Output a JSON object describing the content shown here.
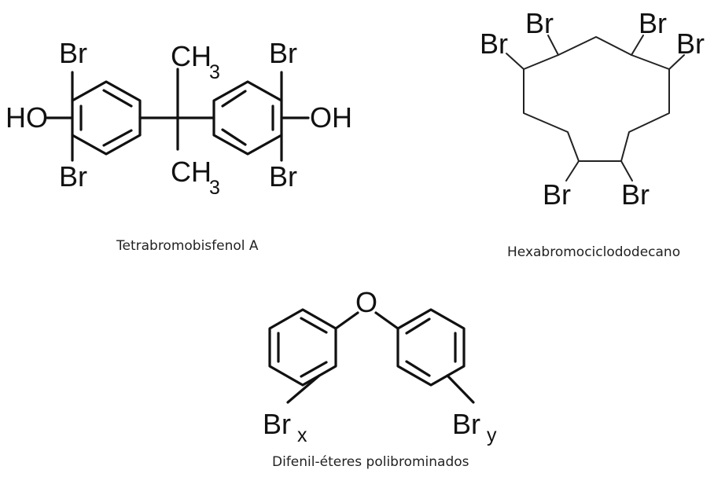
{
  "molecules": {
    "tbbpa": {
      "caption": "Tetrabromobisfenol A",
      "atoms": {
        "br": "Br",
        "oh_left": "HO",
        "oh_right": "OH",
        "ch": "CH",
        "sub3": "3"
      }
    },
    "hbcd": {
      "caption": "Hexabromociclododecano",
      "atoms": {
        "br": "Br"
      }
    },
    "pbde": {
      "caption": "Difenil-éteres polibrominados",
      "atoms": {
        "o": "O",
        "br": "Br",
        "sub_x": "x",
        "sub_y": "y"
      }
    }
  }
}
